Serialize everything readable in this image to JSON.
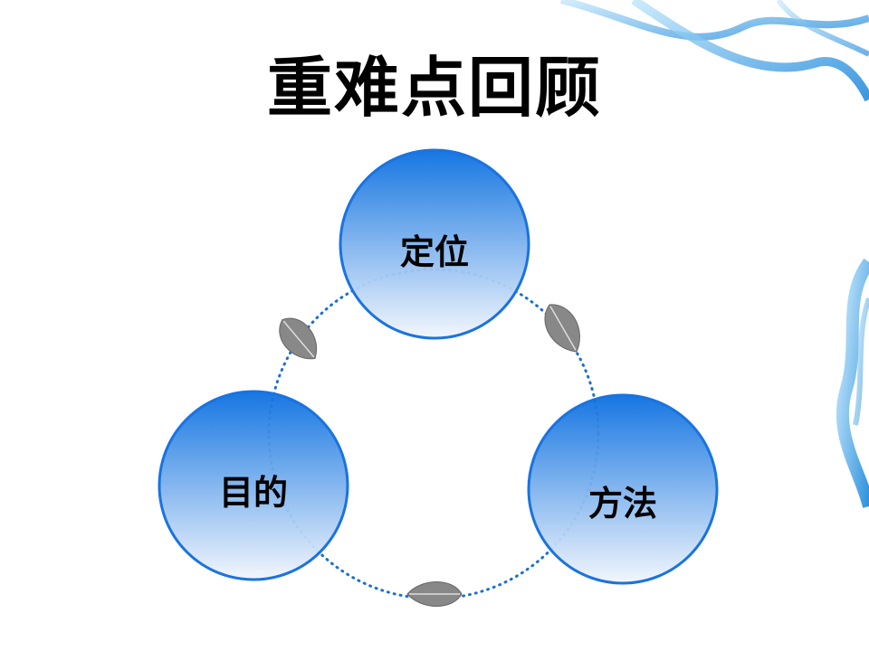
{
  "title": "重难点回顾",
  "nodes": [
    {
      "label": "定位"
    },
    {
      "label": "目的"
    },
    {
      "label": "方法"
    }
  ],
  "colors": {
    "circle_top": "#0a6fe0",
    "circle_bottom": "#f2f6fc",
    "stroke": "#1a73e0",
    "dots": "#1a6fd0"
  }
}
